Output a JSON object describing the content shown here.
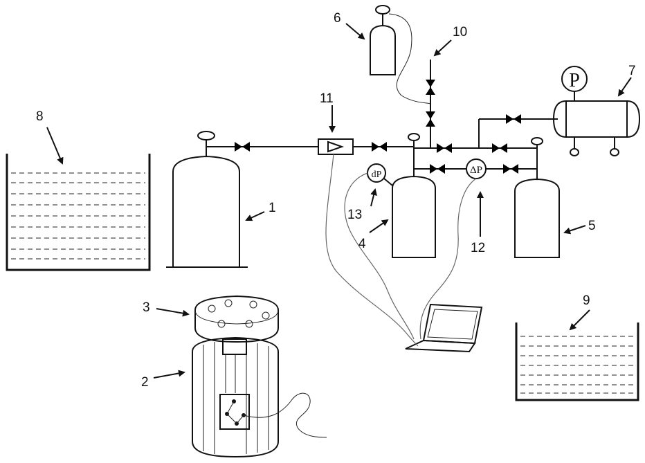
{
  "callouts": {
    "c1": "1",
    "c2": "2",
    "c3": "3",
    "c4": "4",
    "c5": "5",
    "c6": "6",
    "c7": "7",
    "c8": "8",
    "c9": "9",
    "c10": "10",
    "c11": "11",
    "c12": "12",
    "c13": "13"
  },
  "gauges": {
    "pressure": "P",
    "dp": "dP",
    "delta_p": "ΔP"
  }
}
